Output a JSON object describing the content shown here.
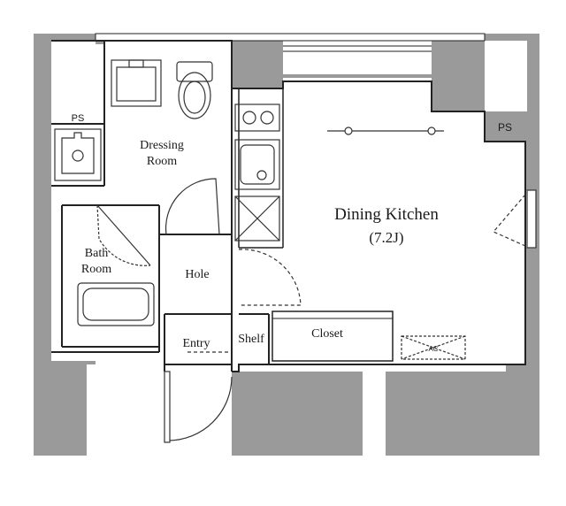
{
  "colors": {
    "wall": "#9a9a9a",
    "line": "#222222",
    "floor": "#ffffff"
  },
  "rooms": {
    "dining_kitchen": {
      "name": "Dining Kitchen",
      "size": "(7.2J)"
    },
    "dressing_room": {
      "line1": "Dressing",
      "line2": "Room"
    },
    "bath_room": {
      "line1": "Bath",
      "line2": "Room"
    },
    "hole": "Hole",
    "entry": "Entry",
    "shelf": "Shelf",
    "closet": "Closet"
  },
  "labels": {
    "ps_left": "PS",
    "ps_right": "PS",
    "ac": "AC"
  }
}
